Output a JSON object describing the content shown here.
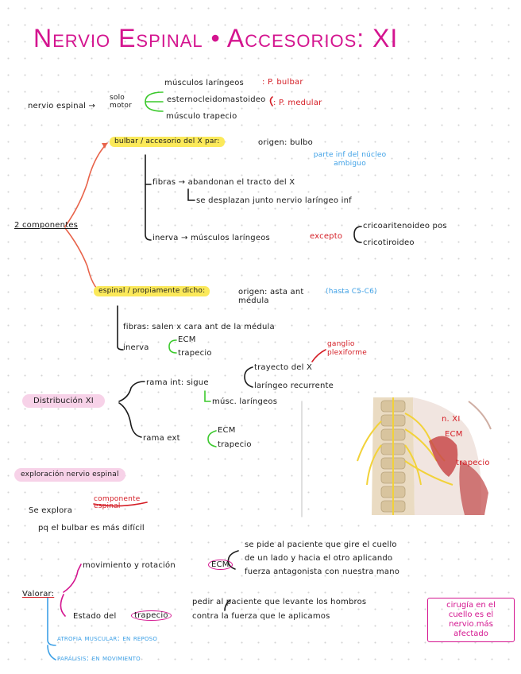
{
  "title": "Nervio Espinal • Accesorios: XI",
  "top": {
    "root": "nervio espinal →",
    "solo_motor": "solo\nmotor",
    "branch1": "músculos laríngeos",
    "branch2": "esternocleidomastoideo",
    "branch3": "músculo trapecio",
    "tag_bulbar": ": P. bulbar",
    "tag_medular": ": P. medular"
  },
  "components": {
    "label": "2 componentes",
    "bulbar": {
      "title": "bulbar / accesorio del X par:",
      "origin": "origen: bulbo",
      "origin_note": "parte inf del núcleo ambiguo",
      "fibers": "fibras → abandonan el tracto del X",
      "travel": "se desplazan junto nervio laríngeo inf",
      "innervates": "inerva → músculos laríngeos",
      "except": "excepto",
      "ex1": "cricoaritenoideo pos",
      "ex2": "cricotiroideo"
    },
    "spinal": {
      "title": "espinal / propiamente dicho:",
      "origin": "origen: asta ant médula",
      "origin_note": "(hasta C5-C6)",
      "fibers": "fibras: salen x cara ant de la médula",
      "innervates": "inerva",
      "m1": "ECM",
      "m2": "trapecio"
    }
  },
  "distribution": {
    "label": "Distribución XI",
    "int_branch": "rama int: sigue",
    "int1": "trayecto del X",
    "int2": "laríngeo recurrente",
    "ganglio": "ganglio plexiforme",
    "int_musc": "músc. laríngeos",
    "ext_branch": "rama ext",
    "ext1": "ECM",
    "ext2": "trapecio"
  },
  "figure": {
    "lbl_n": "n. XI",
    "lbl_ecm": "ECM",
    "lbl_trap": "trapecio"
  },
  "exploration": {
    "label": "exploración nervio espinal",
    "explore": "Se explora",
    "component": "componente espinal",
    "reason": "pq el bulbar es más difícil",
    "valorar": "Valorar:",
    "movement": "movimiento y rotación",
    "ecm": "ECM",
    "mov_desc1": "se pide al paciente que gire el cuello",
    "mov_desc2": "de un lado y hacia el otro aplicando",
    "mov_desc3": "fuerza antagonista con nuestra mano",
    "state": "Estado del",
    "trapecio": "trapecio",
    "state_desc1": "pedir al paciente que levante los hombros",
    "state_desc2": "contra la fuerza que le aplicamos",
    "atrophy": "atrofia muscular: en reposo",
    "paralysis": "parálisis: en movimiento",
    "note": "cirugía en el\ncuello es el\nnervio más\nafectado"
  }
}
